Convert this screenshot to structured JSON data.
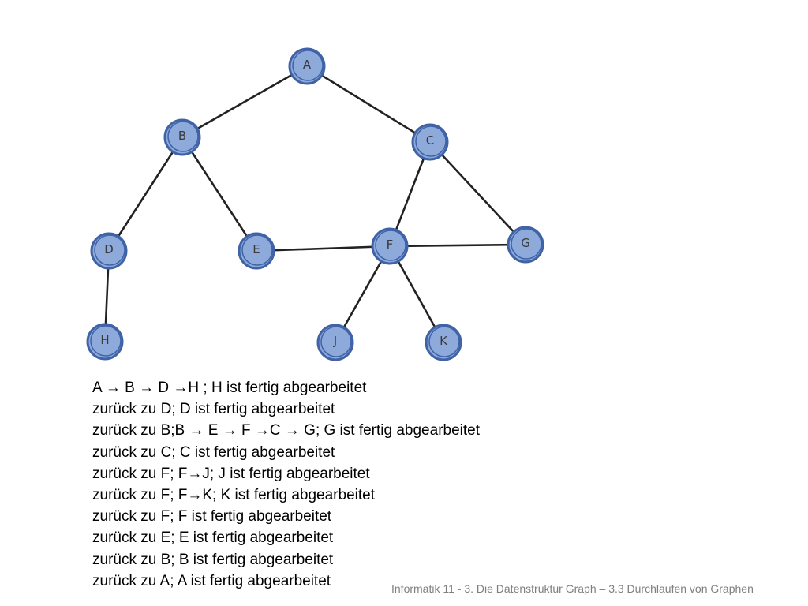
{
  "graph": {
    "nodes": [
      {
        "id": "A",
        "label": "A"
      },
      {
        "id": "B",
        "label": "B"
      },
      {
        "id": "C",
        "label": "C"
      },
      {
        "id": "D",
        "label": "D"
      },
      {
        "id": "E",
        "label": "E"
      },
      {
        "id": "F",
        "label": "F"
      },
      {
        "id": "G",
        "label": "G"
      },
      {
        "id": "H",
        "label": "H"
      },
      {
        "id": "J",
        "label": "J"
      },
      {
        "id": "K",
        "label": "K"
      }
    ],
    "edges": [
      [
        "A",
        "B"
      ],
      [
        "A",
        "C"
      ],
      [
        "B",
        "D"
      ],
      [
        "B",
        "E"
      ],
      [
        "C",
        "F"
      ],
      [
        "C",
        "G"
      ],
      [
        "D",
        "H"
      ],
      [
        "E",
        "F"
      ],
      [
        "F",
        "G"
      ],
      [
        "F",
        "J"
      ],
      [
        "F",
        "K"
      ]
    ],
    "node_fill": "#8eaadb",
    "node_stroke": "#3f63a6",
    "edge_color": "#222222"
  },
  "steps": [
    "A → B → D →H ; H ist fertig abgearbeitet",
    "zurück zu D; D ist fertig abgearbeitet",
    "zurück zu B;B → E → F →C → G; G ist fertig abgearbeitet",
    "zurück zu C; C ist fertig abgearbeitet",
    "zurück zu F; F→J; J ist fertig abgearbeitet",
    "zurück zu F; F→K; K ist fertig abgearbeitet",
    "zurück zu F; F ist fertig abgearbeitet",
    "zurück zu E; E ist fertig abgearbeitet",
    "zurück zu B; B ist fertig abgearbeitet",
    "zurück zu A; A ist fertig abgearbeitet"
  ],
  "footer": "Informatik 11 - 3. Die Datenstruktur Graph – 3.3 Durchlaufen von Graphen"
}
